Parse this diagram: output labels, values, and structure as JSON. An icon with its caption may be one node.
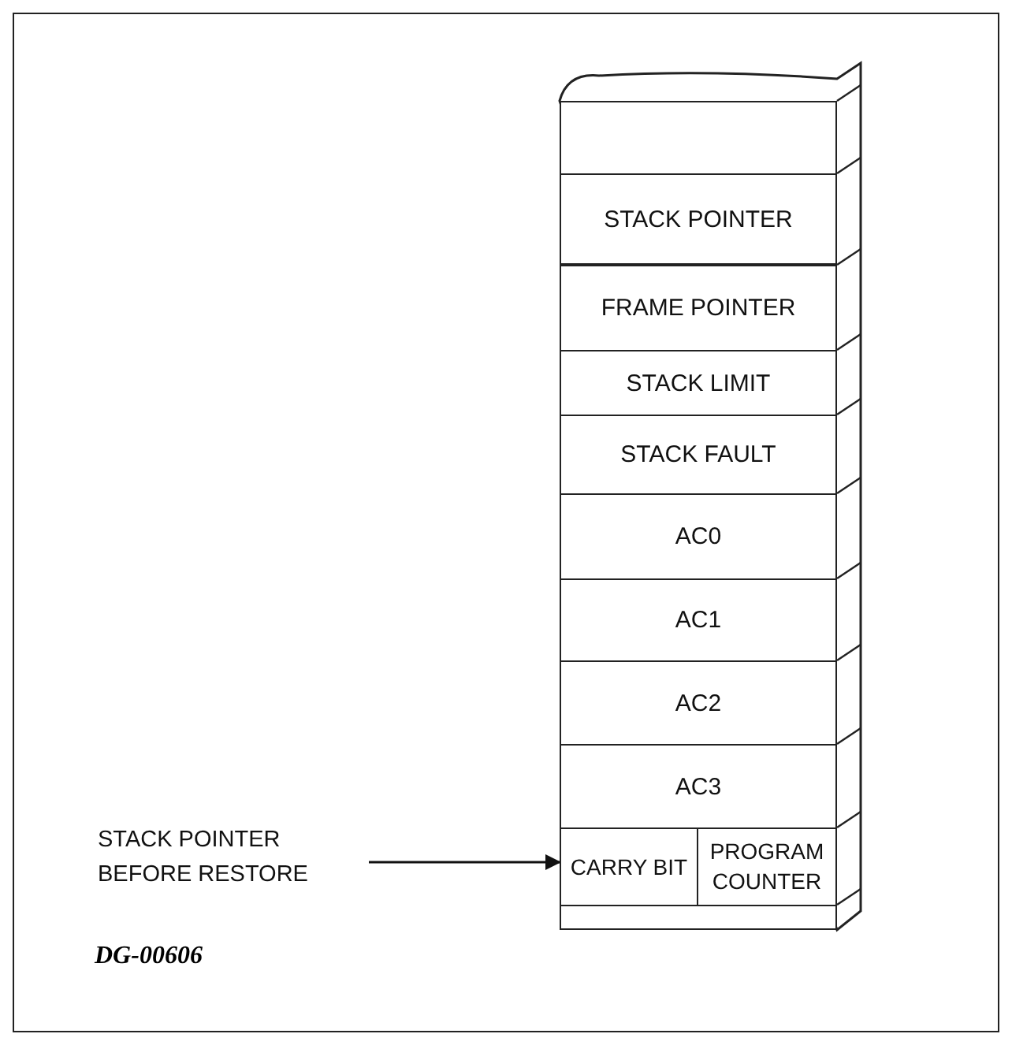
{
  "diagram": {
    "nodes": [
      {
        "text": [],
        "shape": "box"
      },
      {
        "text": [
          "STACK POINTER"
        ]
      },
      {
        "text": [
          "FRAME POINTER"
        ]
      },
      {
        "text": [
          "STACK LIMIT"
        ]
      },
      {
        "text": [
          "STACK FAULT"
        ]
      },
      {
        "text": [
          "AC0"
        ]
      },
      {
        "text": [
          "AC1"
        ]
      },
      {
        "text": [
          "AC2"
        ]
      },
      {
        "text": [
          "AC3"
        ]
      },
      {
        "text": [
          "CARRY BIT"
        ]
      },
      {
        "text": [
          "PROGRAM COUNTER"
        ]
      },
      {
        "text": [],
        "shape": "box"
      },
      {
        "text": [
          "STACK POINTER BEFORE RESTORE"
        ]
      }
    ],
    "edges": [
      {
        "from": 12,
        "to": 9,
        "arrow": "to"
      }
    ],
    "labels": [
      "DG-00606"
    ]
  }
}
